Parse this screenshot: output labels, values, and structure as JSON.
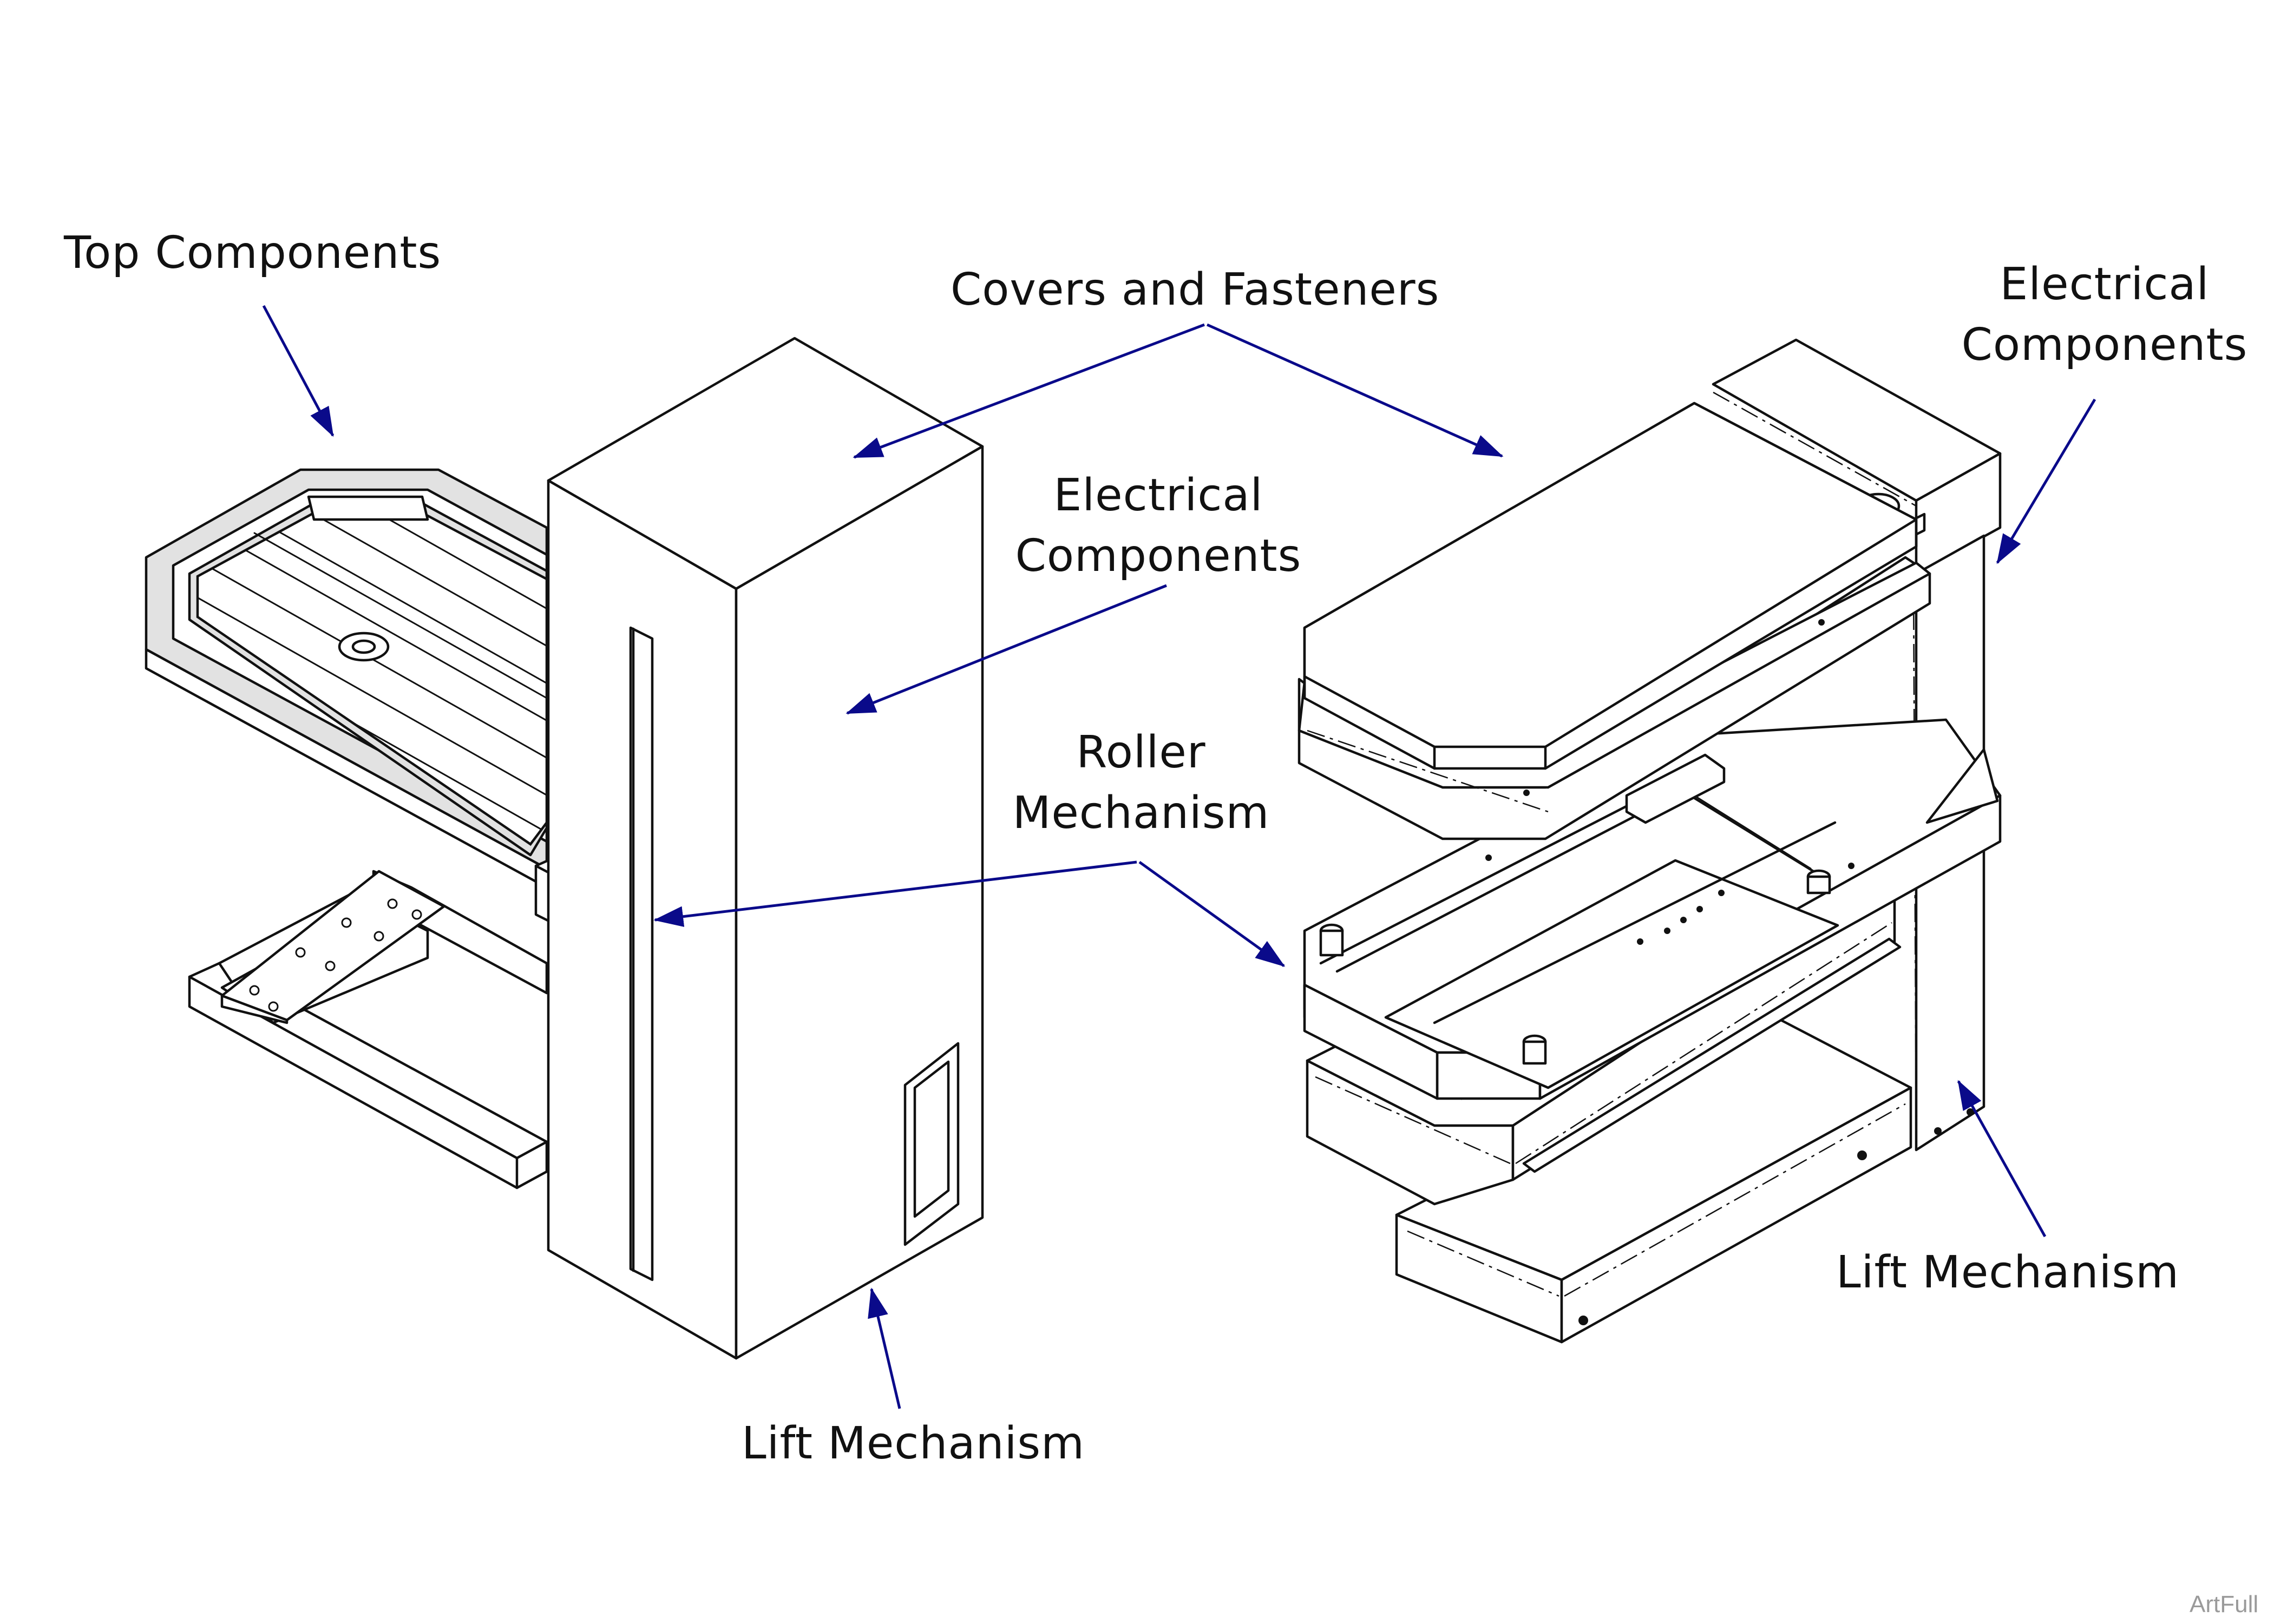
{
  "diagram": {
    "labels": {
      "top_components": "Top Components",
      "covers_and_fasteners": "Covers and Fasteners",
      "electrical_center_line1": "Electrical",
      "electrical_center_line2": "Components",
      "electrical_right_line1": "Electrical",
      "electrical_right_line2": "Components",
      "roller_line1": "Roller",
      "roller_line2": "Mechanism",
      "lift_left": "Lift Mechanism",
      "lift_right": "Lift Mechanism"
    },
    "watermark": "ArtFull",
    "colors": {
      "arrow": "#0a0a8a",
      "line": "#111111",
      "shading": "#e2e2e2"
    }
  }
}
